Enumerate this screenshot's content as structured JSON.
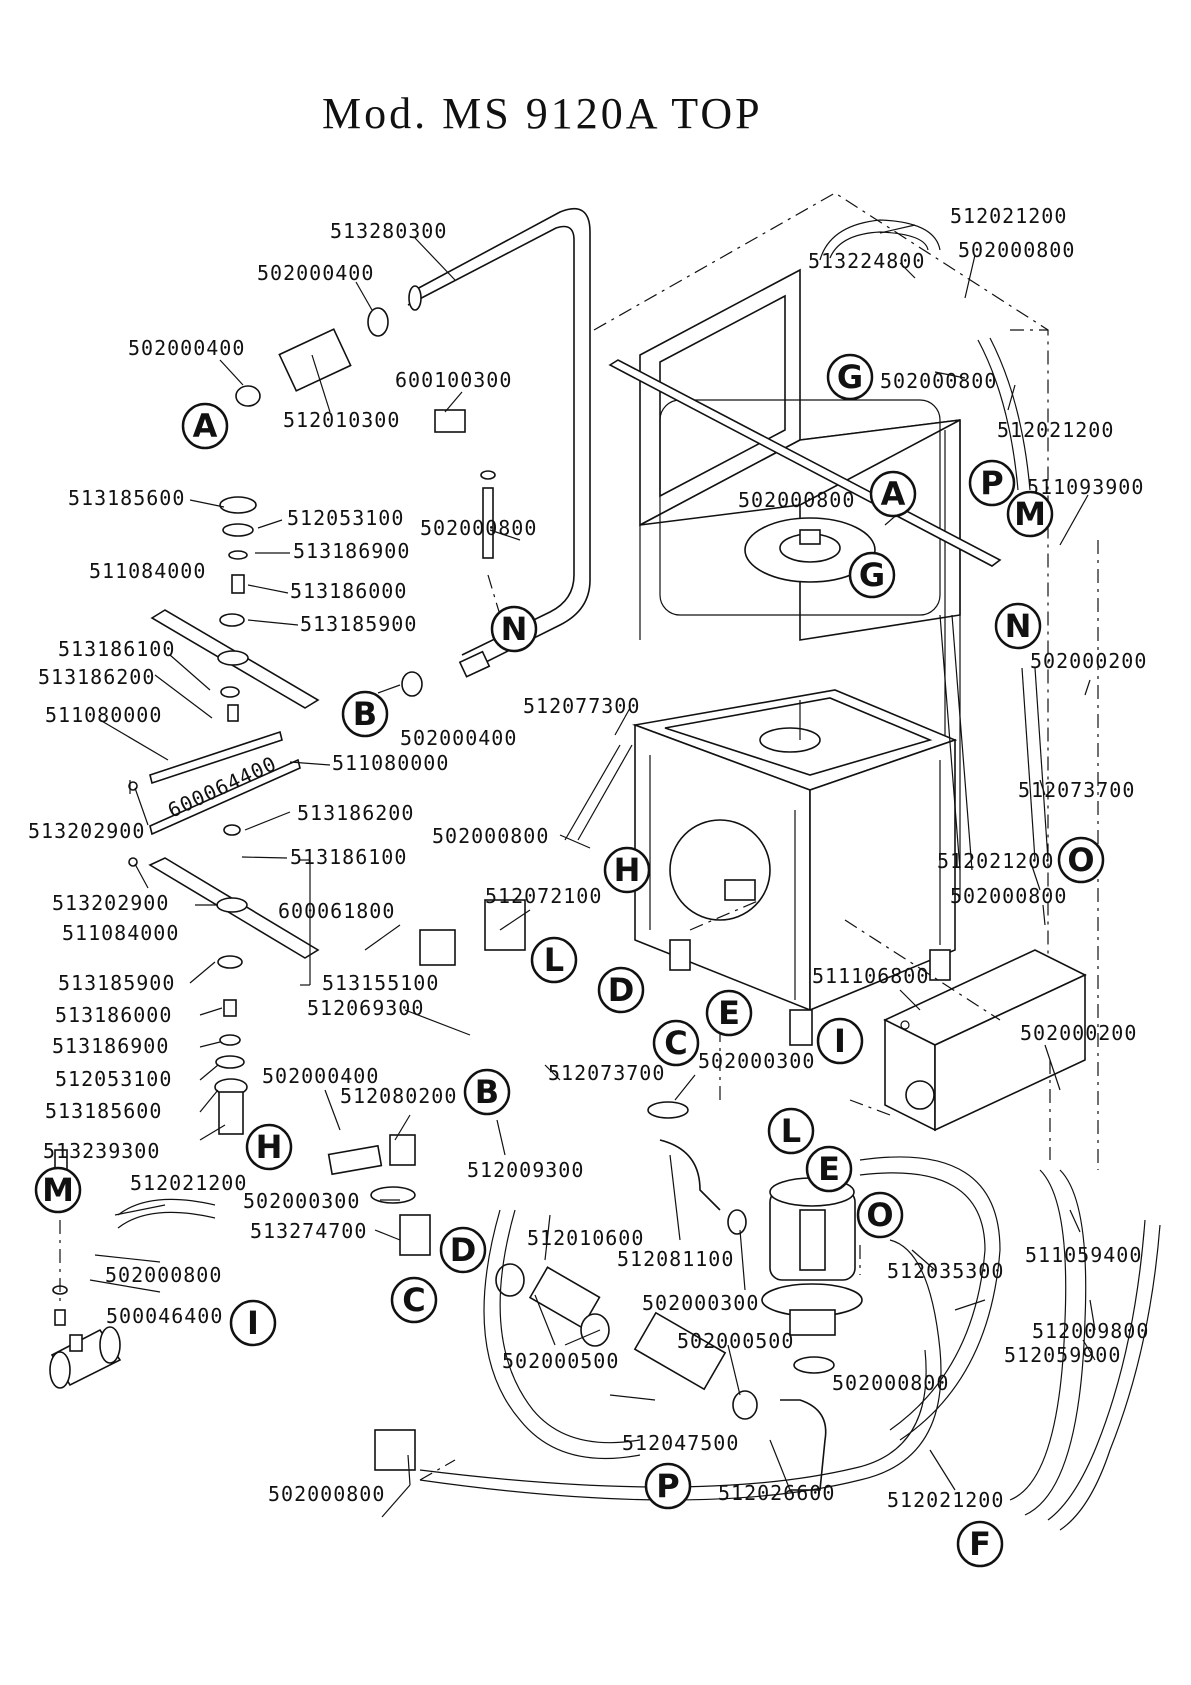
{
  "title": "Mod. MS 9120A TOP",
  "labels": {
    "l1": "513280300",
    "l2": "502000400",
    "l3": "502000400",
    "l4": "600100300",
    "l5": "512010300",
    "l6": "513185600",
    "l7": "512053100",
    "l8": "502000800",
    "l9": "513186900",
    "l10": "511084000",
    "l11": "513186000",
    "l12": "513185900",
    "l13": "513186100",
    "l14": "513186200",
    "l15": "511080000",
    "l16": "502000400",
    "l17": "600064400",
    "l18": "511080000",
    "l19": "513202900",
    "l20": "513186200",
    "l21": "513186100",
    "l22": "502000800",
    "l23": "513202900",
    "l24": "600061800",
    "l25": "511084000",
    "l26": "513185900",
    "l27": "513155100",
    "l28": "513186000",
    "l29": "513186900",
    "l30": "512053100",
    "l31": "513185600",
    "l32": "513239300",
    "l33": "512021200",
    "l34": "502000800",
    "l35": "500046400",
    "l36": "512072100",
    "l37": "512069300",
    "l38": "502000400",
    "l39": "512080200",
    "l40": "502000300",
    "l41": "513274700",
    "l42": "512073700",
    "l43": "512009300",
    "l44": "502000300",
    "l45": "512010600",
    "l46": "502000500",
    "l47": "512081100",
    "l48": "502000300",
    "l49": "502000500",
    "l50": "512047500",
    "l51": "512026600",
    "l52": "502000800",
    "l53": "512077300",
    "l54": "512021200",
    "l55": "513224800",
    "l56": "502000800",
    "l57": "502000800",
    "l58": "512021200",
    "l59": "502000800",
    "l60": "511093900",
    "l61": "502000200",
    "l62": "512073700",
    "l63": "512021200",
    "l64": "502000800",
    "l65": "511106800",
    "l66": "502000200",
    "l67": "512035300",
    "l68": "502000800",
    "l69": "511059400",
    "l70": "512009800",
    "l71": "512059900",
    "l72": "512021200"
  },
  "connectors": {
    "A": "A",
    "B": "B",
    "C": "C",
    "D": "D",
    "E": "E",
    "F": "F",
    "G": "G",
    "H": "H",
    "I": "I",
    "L": "L",
    "M": "M",
    "N": "N",
    "O": "O",
    "P": "P"
  }
}
